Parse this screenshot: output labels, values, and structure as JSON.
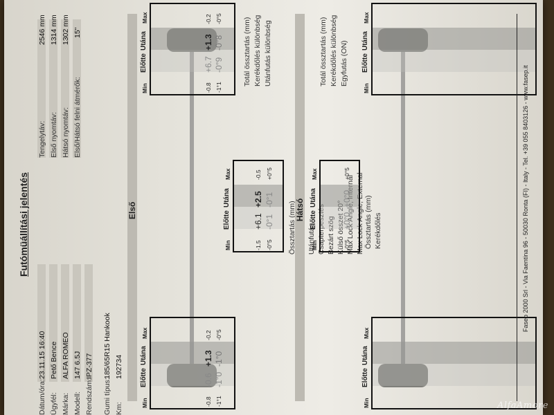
{
  "report": {
    "title": "Futómüállítási jelentés",
    "left_labels": [
      "Dátum/óra:",
      "Ügyfél:",
      "Márka:",
      "Modell:",
      "Rendszám:",
      "Gumi típus:",
      "Km:"
    ],
    "left_values": [
      "23.11.15 16:40",
      "Pető Bence",
      "ALFA ROMEO",
      "147 6.5J",
      "IPZ-377",
      "185/65R15 Hankook",
      "192734"
    ],
    "right_labels": [
      "Tengelytáv:",
      "Első nyomtáv:",
      "Hátsó nyomtáv:",
      "Első/Hátsó felni átmérők:"
    ],
    "right_values": [
      "2546 mm",
      "1314 mm",
      "1302 mm",
      "15\""
    ]
  },
  "front": {
    "section_label": "Első",
    "params": [
      "Össztartás (mm)",
      "Kerékdőlés",
      "Utánfutás",
      "Csapterpesztés",
      "Bezárt szög",
      "Külső összet 20°",
      "Max Lock Angle, Internal",
      "Max Lock Angle, External"
    ],
    "right_params": [
      "Totál össztartás (mm)",
      "Kerékdőlés különbség",
      "Utánfutás különbség"
    ],
    "left_table": {
      "headers": [
        "Min",
        "Előtte",
        "Utána",
        "Max"
      ],
      "rows": [
        {
          "min": "-0.8",
          "before": "-0.6",
          "after": "+1.3",
          "max": "-0.2"
        },
        {
          "min": "-1°1",
          "before": "-1°0",
          "after": "-1°0",
          "max": "-0°5"
        }
      ]
    },
    "center_table": {
      "headers": [
        "Min",
        "Előtte",
        "Utána",
        "Max"
      ],
      "rows": [
        {
          "min": "-1.5",
          "before": "+6.1",
          "after": "+2.5",
          "max": "-0.5"
        },
        {
          "min": "-0°5",
          "before": "-0°1",
          "after": "-0°1",
          "max": "+0°5"
        }
      ]
    },
    "right_table": {
      "headers": [
        "Min",
        "Előtte",
        "Utána",
        "Max"
      ],
      "rows": [
        {
          "min": "-0.8",
          "before": "+6.7",
          "after": "+1.3",
          "max": "-0.2"
        },
        {
          "min": "-1°1",
          "before": "-0°9",
          "after": "-0°8",
          "max": "-0°5"
        }
      ]
    }
  },
  "rear": {
    "section_label": "Hátsó",
    "params": [
      "Össztartás (mm)",
      "Kerékdőlés"
    ],
    "right_params": [
      "Totál össztartás (mm)",
      "Kerékdőlés különbség",
      "Egyfutás (ON)"
    ],
    "center_table": {
      "headers": [
        "Min",
        "Előtte",
        "Utána",
        "Max"
      ],
      "rows": [
        {
          "min": "-0°5",
          "before": "+0°0",
          "after": "+0°0",
          "max": "+0°5"
        }
      ]
    },
    "left_table": {
      "headers": [
        "Min",
        "Előtte",
        "Utána",
        "Max"
      ]
    },
    "right_table": {
      "headers": [
        "Min",
        "Előtte",
        "Utána",
        "Max"
      ]
    }
  },
  "footer": {
    "text": "Fasep 2000 Srl - Via Faentina 96 - 50030 Ronta (FI) - Italy - Tel. +39 055 8403126 - www.fasep.it"
  },
  "watermark": "AlfaAmore"
}
